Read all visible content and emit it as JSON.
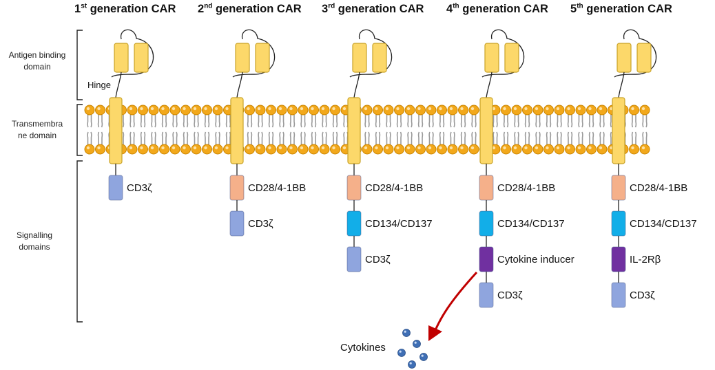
{
  "generations": [
    {
      "ordinal": "1",
      "suffix": "st",
      "label": "generation CAR",
      "domains": [
        {
          "name": "CD3ζ",
          "type": "cd3z"
        }
      ]
    },
    {
      "ordinal": "2",
      "suffix": "nd",
      "label": "generation CAR",
      "domains": [
        {
          "name": "CD28/4-1BB",
          "type": "costim1"
        },
        {
          "name": "CD3ζ",
          "type": "cd3z"
        }
      ]
    },
    {
      "ordinal": "3",
      "suffix": "rd",
      "label": "generation CAR",
      "domains": [
        {
          "name": "CD28/4-1BB",
          "type": "costim1"
        },
        {
          "name": "CD134/CD137",
          "type": "costim2"
        },
        {
          "name": "CD3ζ",
          "type": "cd3z"
        }
      ]
    },
    {
      "ordinal": "4",
      "suffix": "th",
      "label": "generation CAR",
      "domains": [
        {
          "name": "CD28/4-1BB",
          "type": "costim1"
        },
        {
          "name": "CD134/CD137",
          "type": "costim2"
        },
        {
          "name": "Cytokine inducer",
          "type": "inducer"
        },
        {
          "name": "CD3ζ",
          "type": "cd3z"
        }
      ]
    },
    {
      "ordinal": "5",
      "suffix": "th",
      "label": "generation CAR",
      "domains": [
        {
          "name": "CD28/4-1BB",
          "type": "costim1"
        },
        {
          "name": "CD134/CD137",
          "type": "costim2"
        },
        {
          "name": "IL-2Rβ",
          "type": "il2rb"
        },
        {
          "name": "CD3ζ",
          "type": "cd3z"
        }
      ]
    }
  ],
  "regions": {
    "antigen_binding_line1": "Antigen binding",
    "antigen_binding_line2": "domain",
    "transmembrane_line1": "Transmembra",
    "transmembrane_line2": "ne domain",
    "signalling_line1": "Signalling",
    "signalling_line2": "domains"
  },
  "hinge_label": "Hinge",
  "cytokines_label": "Cytokines",
  "colors": {
    "scfv": "#fcd86a",
    "scfv_stroke": "#c9a227",
    "transmembrane": "#fcd86a",
    "cd3z": "#8fa5de",
    "costim1": "#f5b08a",
    "costim2": "#12aee8",
    "inducer": "#7030a0",
    "il2rb": "#7030a0",
    "lipid_head": "#f2a81b",
    "lipid_head_stroke": "#c98400",
    "lipid_tail": "#9a9a9a",
    "arrow": "#c00000",
    "cytokine": "#3f6fb5"
  }
}
